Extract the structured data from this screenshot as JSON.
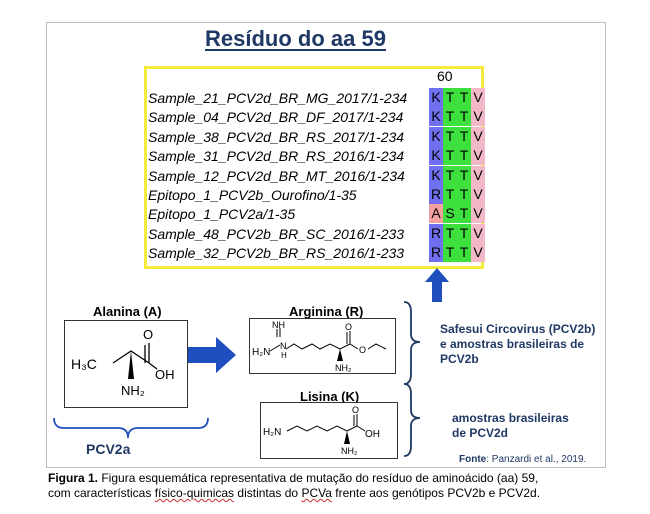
{
  "title": "Resíduo do aa 59",
  "alignment": {
    "position_label": "60",
    "rows": [
      {
        "label": "Sample_21_PCV2d_BR_MG_2017/1-234",
        "residues": [
          "K",
          "T",
          "T",
          "V"
        ]
      },
      {
        "label": "Sample_04_PCV2d_BR_DF_2017/1-234",
        "residues": [
          "K",
          "T",
          "T",
          "V"
        ]
      },
      {
        "label": "Sample_38_PCV2d_BR_RS_2017/1-234",
        "residues": [
          "K",
          "T",
          "T",
          "V"
        ]
      },
      {
        "label": "Sample_31_PCV2d_BR_RS_2016/1-234",
        "residues": [
          "K",
          "T",
          "T",
          "V"
        ]
      },
      {
        "label": "Sample_12_PCV2d_BR_MT_2016/1-234",
        "residues": [
          "K",
          "T",
          "T",
          "V"
        ]
      },
      {
        "label": "Epitopo_1_PCV2b_Ourofino/1-35",
        "residues": [
          "R",
          "T",
          "T",
          "V"
        ]
      },
      {
        "label": "Epitopo_1_PCV2a/1-35",
        "residues": [
          "A",
          "S",
          "T",
          "V"
        ]
      },
      {
        "label": "Sample_48_PCV2b_BR_SC_2016/1-233",
        "residues": [
          "R",
          "T",
          "T",
          "V"
        ]
      },
      {
        "label": "Sample_32_PCV2b_BR_RS_2016/1-233",
        "residues": [
          "R",
          "T",
          "T",
          "V"
        ]
      }
    ],
    "residue_colors": {
      "K": "#6f6ff0",
      "R": "#6f6ff0",
      "A": "#f2a0a0",
      "S": "#3ee03e",
      "T": "#3ee03e",
      "V": "#f2b8c8"
    }
  },
  "molecules": {
    "alanina": {
      "title": "Alanina (A)",
      "atoms": {
        "o": "O",
        "oh": "OH",
        "h3c": "H₃C",
        "nh2": "NH₂"
      }
    },
    "arginina": {
      "title": "Arginina (R)",
      "atoms": {
        "nh": "NH",
        "h2n": "H₂N",
        "n": "N",
        "h": "H",
        "o_top": "O",
        "o_ester": "O",
        "nh2": "NH₂"
      }
    },
    "lisina": {
      "title": "Lisina (K)",
      "atoms": {
        "h2n": "H₂N",
        "o": "O",
        "oh": "OH",
        "nh2": "NH₂"
      }
    }
  },
  "labels": {
    "pcv2a": "PCV2a",
    "pcv2b_text": [
      "Safesui Circovirus  (PCV2b)",
      "e amostras brasileiras de",
      "PCV2b"
    ],
    "pcv2d_text": [
      "amostras brasileiras",
      "de PCV2d"
    ]
  },
  "source": {
    "prefix": "Fonte",
    "text": ": Panzardi et al., 2019."
  },
  "caption": {
    "bold": "Figura 1.",
    "line1": " Figura esquemática representativa de mutação do resíduo de aminoácido (aa) 59,",
    "line2_a": "com características ",
    "line2_wavy1": "físico-quimicas",
    "line2_b": " distintas do ",
    "line2_wavy2": "PCVa",
    "line2_c": " frente aos genótipos PCV2b e PCV2d."
  },
  "colors": {
    "title": "#1f3864",
    "arrow": "#1f4fbf",
    "frame": "#f4ea3a"
  }
}
